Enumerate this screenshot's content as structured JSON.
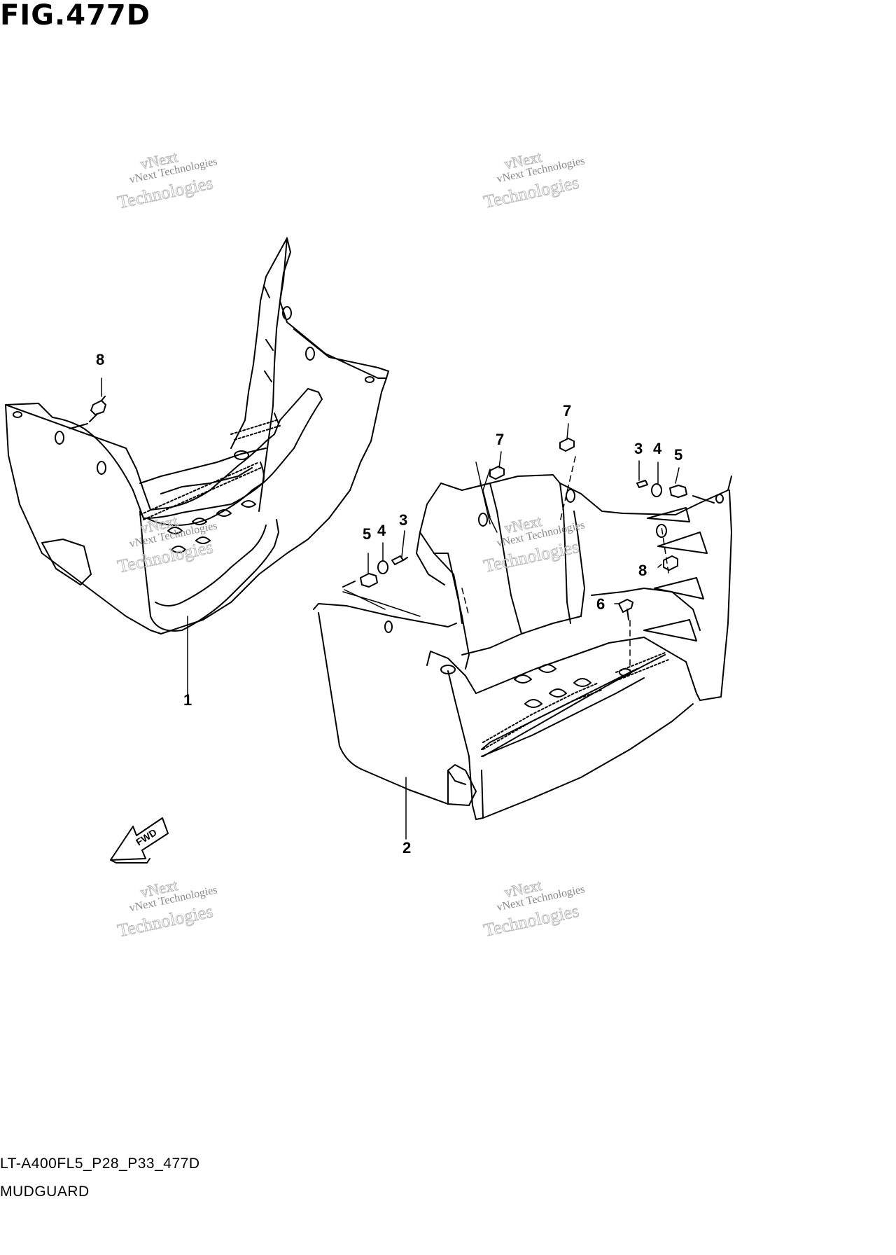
{
  "figure": {
    "title": "FIG.477D",
    "reference_code": "LT-A400FL5_P28_P33_477D",
    "section_name": "MUDGUARD"
  },
  "watermark": {
    "line1": "vNext Technologies",
    "line2": "Technologies",
    "line3": "vNext"
  },
  "fwd_label": "FWD",
  "callouts": {
    "c1": "1",
    "c2": "2",
    "c3a": "3",
    "c3b": "3",
    "c4a": "4",
    "c4b": "4",
    "c5a": "5",
    "c5b": "5",
    "c6": "6",
    "c7a": "7",
    "c7b": "7",
    "c8a": "8",
    "c8b": "8"
  },
  "colors": {
    "line": "#000000",
    "background": "#ffffff",
    "watermark": "#bdbdbd"
  }
}
